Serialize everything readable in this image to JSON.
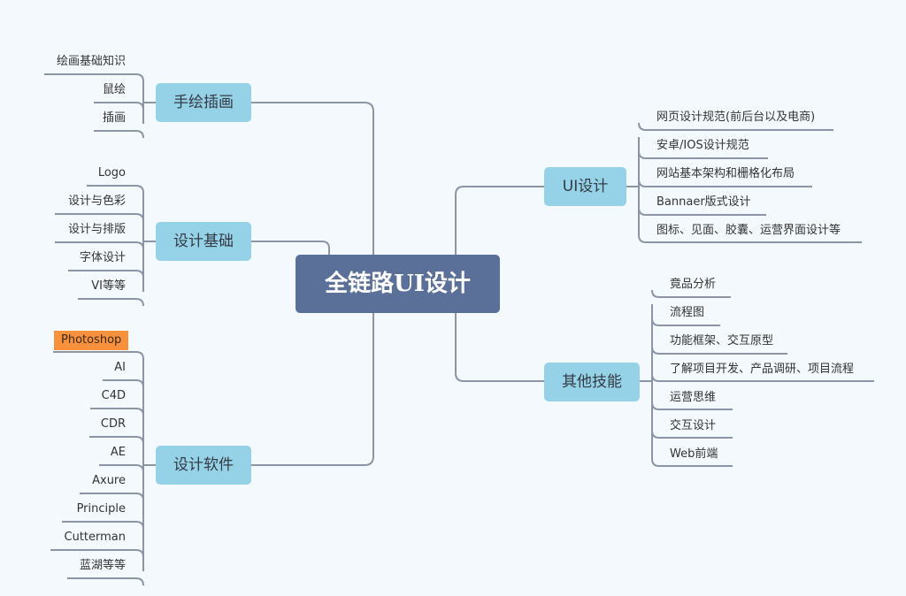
{
  "root": {
    "label": "全链路UI设计"
  },
  "branches": [
    {
      "label": "手绘插画",
      "items": [
        {
          "label": "绘画基础知识"
        },
        {
          "label": "鼠绘"
        },
        {
          "label": "插画"
        }
      ]
    },
    {
      "label": "设计基础",
      "items": [
        {
          "label": "Logo"
        },
        {
          "label": "设计与色彩"
        },
        {
          "label": "设计与排版"
        },
        {
          "label": "字体设计"
        },
        {
          "label": "VI等等"
        }
      ]
    },
    {
      "label": "设计软件",
      "items": [
        {
          "label": "Photoshop",
          "highlighted": true
        },
        {
          "label": "AI"
        },
        {
          "label": "C4D"
        },
        {
          "label": "CDR"
        },
        {
          "label": "AE"
        },
        {
          "label": "Axure"
        },
        {
          "label": "Principle"
        },
        {
          "label": "Cutterman"
        },
        {
          "label": "蓝湖等等"
        }
      ]
    },
    {
      "label": "UI设计",
      "items": [
        {
          "label": "网页设计规范(前后台以及电商)"
        },
        {
          "label": "安卓/IOS设计规范"
        },
        {
          "label": "网站基本架构和栅格化布局"
        },
        {
          "label": "Bannaer版式设计"
        },
        {
          "label": "图标、见面、胶囊、运营界面设计等"
        }
      ]
    },
    {
      "label": "其他技能",
      "items": [
        {
          "label": "竟品分析"
        },
        {
          "label": "流程图"
        },
        {
          "label": "功能框架、交互原型"
        },
        {
          "label": "了解项目开发、产品调研、项目流程"
        },
        {
          "label": "运营思维"
        },
        {
          "label": "交互设计"
        },
        {
          "label": "Web前端"
        }
      ]
    }
  ],
  "colors": {
    "background": "#f4f9fd",
    "root": "#5b7098",
    "branch": "#96d2e7",
    "line": "#8b95a6",
    "highlight": "#f7913d"
  }
}
